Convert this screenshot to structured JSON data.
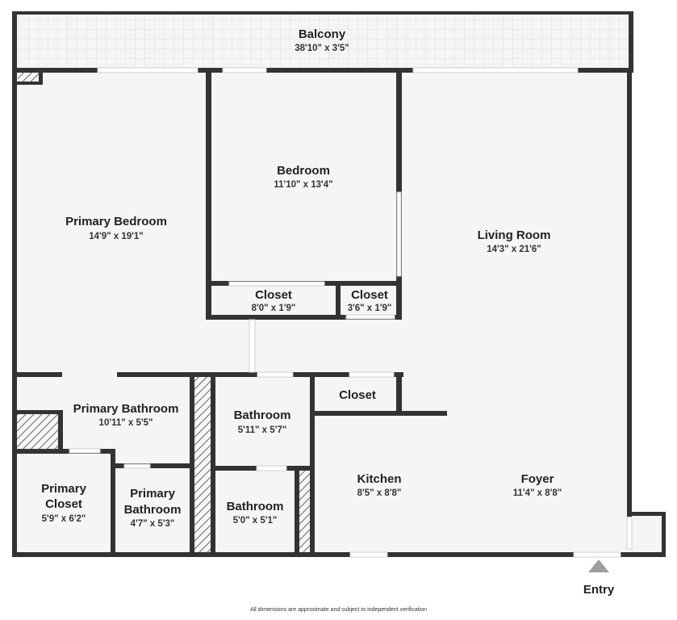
{
  "colors": {
    "wall": "#333333",
    "floor": "#f5f5f5",
    "balcony_tile": "#e6e6e6",
    "hatch": "#444444",
    "entry_arrow": "#9e9e9e"
  },
  "rooms": {
    "balcony": {
      "name": "Balcony",
      "dims": "38'10\" x 3'5\""
    },
    "primary_bedroom": {
      "name": "Primary Bedroom",
      "dims": "14'9\" x 19'1\""
    },
    "bedroom": {
      "name": "Bedroom",
      "dims": "11'10\" x 13'4\""
    },
    "living_room": {
      "name": "Living Room",
      "dims": "14'3\" x 21'6\""
    },
    "closet_a": {
      "name": "Closet",
      "dims": "8'0\" x 1'9\""
    },
    "closet_b": {
      "name": "Closet",
      "dims": "3'6\" x 1'9\""
    },
    "closet_c": {
      "name": "Closet"
    },
    "primary_bathroom_a": {
      "name": "Primary Bathroom",
      "dims": "10'11\" x 5'5\""
    },
    "bathroom_a": {
      "name": "Bathroom",
      "dims": "5'11\" x 5'7\""
    },
    "bathroom_b": {
      "name": "Bathroom",
      "dims": "5'0\" x 5'1\""
    },
    "primary_closet": {
      "name_line1": "Primary",
      "name_line2": "Closet",
      "dims": "5'9\" x 6'2\""
    },
    "primary_bathroom_b": {
      "name_line1": "Primary",
      "name_line2": "Bathroom",
      "dims": "4'7\" x 5'3\""
    },
    "kitchen": {
      "name": "Kitchen",
      "dims": "8'5\" x 8'8\""
    },
    "foyer": {
      "name": "Foyer",
      "dims": "11'4\" x 8'8\""
    }
  },
  "entry_label": "Entry",
  "disclaimer": "All dimensions are approximate and subject to independent verification"
}
